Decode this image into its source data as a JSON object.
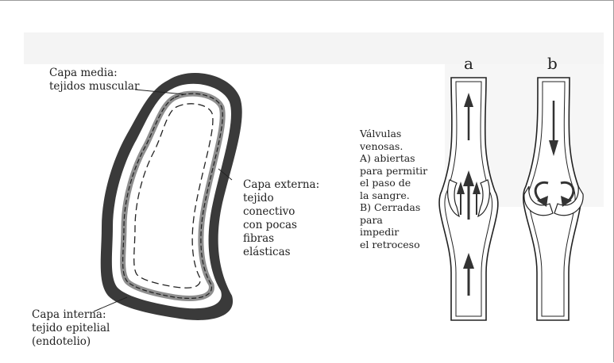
{
  "vein_labels": {
    "media": [
      "Capa media:",
      "tejidos muscular"
    ],
    "externa": [
      "Capa externa:",
      "tejido",
      "conectivo",
      "con pocas",
      "fibras",
      "elásticas"
    ],
    "interna": [
      "Capa interna:",
      "tejido epitelial",
      "(endotelio)"
    ]
  },
  "valve_caption": [
    "Válvulas",
    "venosas.",
    "A) abiertas",
    "para permitir",
    "el paso de",
    "la sangre.",
    "B) Cerradas",
    "para",
    "impedir",
    "el retroceso"
  ],
  "letters": {
    "a": "a",
    "b": "b"
  }
}
